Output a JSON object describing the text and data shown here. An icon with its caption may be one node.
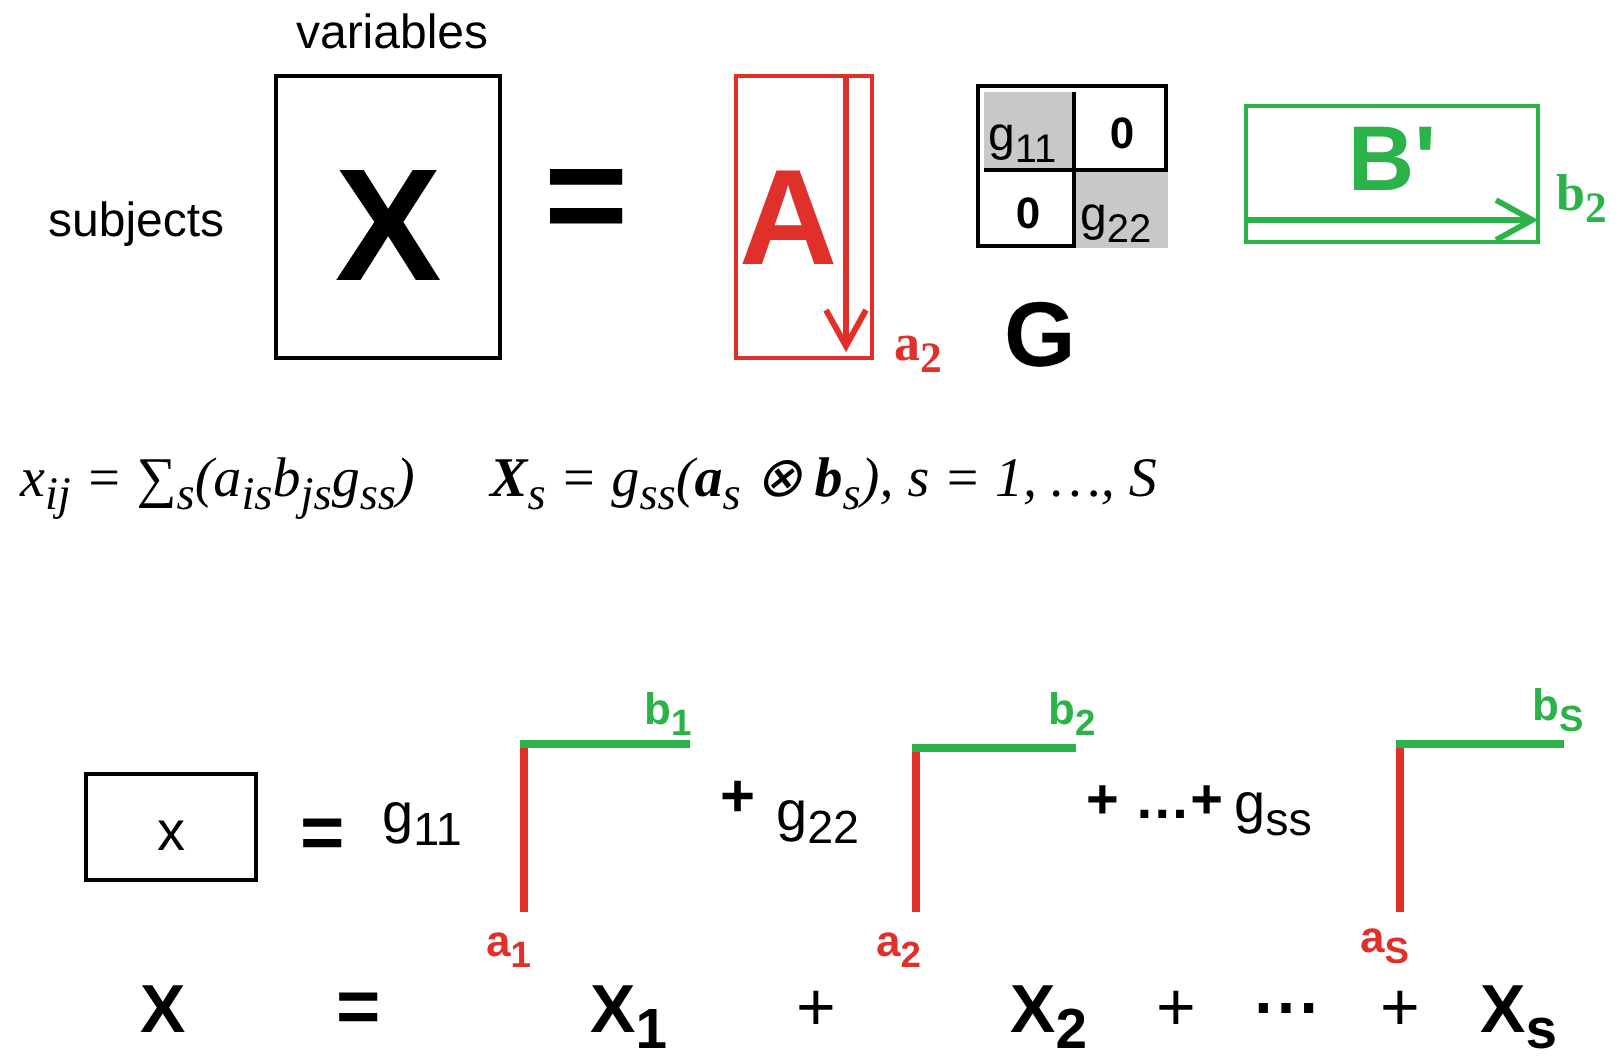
{
  "diagram": {
    "nodes": [
      {
        "text": [
          "variables",
          "X"
        ],
        "beside": [
          "subjects"
        ]
      },
      {
        "text": [
          "A"
        ],
        "beside": [
          "a$_{2}$"
        ]
      },
      {
        "text": [
          "G"
        ]
      },
      {
        "text": [
          "g$_{11}$"
        ],
        "in": 2
      },
      {
        "text": [
          "0"
        ],
        "in": 2
      },
      {
        "text": [
          "0"
        ],
        "in": 2
      },
      {
        "text": [
          "g$_{22}$"
        ],
        "in": 2
      },
      {
        "text": [
          "B'"
        ],
        "beside": [
          "b$_{2}$"
        ]
      },
      {
        "text": [
          "x"
        ]
      }
    ],
    "edges": [],
    "labels": [
      "=",
      "x$_{ij}$ = ∑$_{s}$(a$_{is}$b$_{js}$g$_{ss}$)",
      "**X**$_{s}$ = g$_{ss}$(**a**$_{s}$ ⊗ **b**$_{s}$), s = 1, …, S",
      "=",
      "g$_{11}$",
      "b$_{1}$",
      "+",
      "g$_{22}$",
      "b$_{2}$",
      "+ …+",
      "g$_{ss}$",
      "b$_{S}$",
      "a$_{1}$",
      "a$_{2}$",
      "a$_{S}$",
      "X",
      "=",
      "X$_{1}$",
      "+",
      "X$_{2}$",
      "+",
      "⋯",
      "+",
      "X$_{s}$"
    ]
  }
}
